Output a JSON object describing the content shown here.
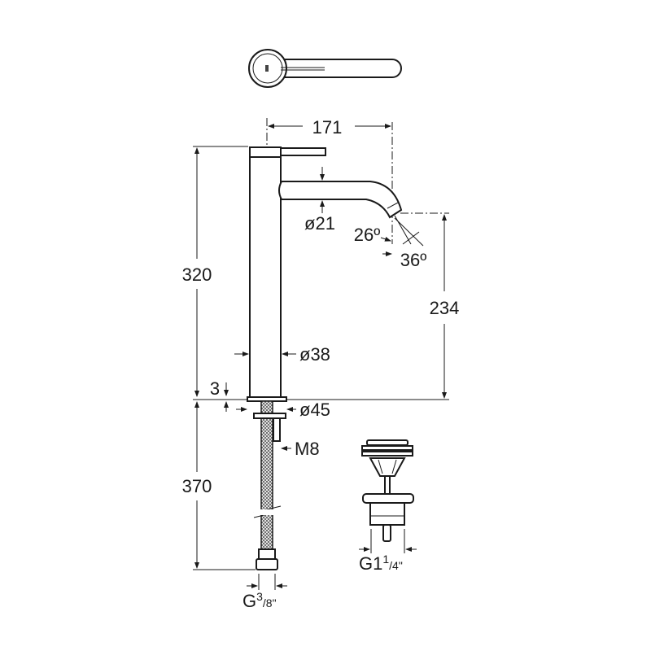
{
  "drawing": {
    "title": "Tall basin mixer technical drawing",
    "dimensions": {
      "width_171": "171",
      "spout_diameter": "ø21",
      "angle_26": "26º",
      "angle_36": "36º",
      "height_320": "320",
      "height_234": "234",
      "body_diameter": "ø38",
      "gap_3": "3",
      "base_diameter": "ø45",
      "rod_thread": "M8",
      "hose_length": "370",
      "hose_thread_main": "G",
      "hose_thread_num": "3",
      "hose_thread_den": "/8\"",
      "drain_thread_main": "G1",
      "drain_thread_num": "1",
      "drain_thread_den": "/4\""
    }
  }
}
